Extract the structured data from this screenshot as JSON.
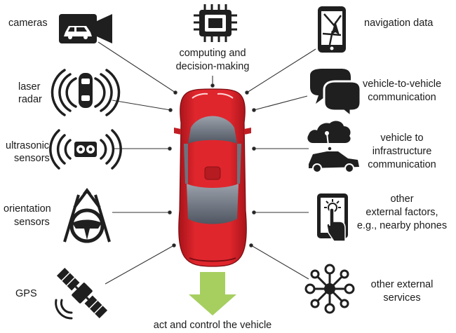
{
  "labels": {
    "cameras": "cameras",
    "laser_1": "laser",
    "laser_2": "radar",
    "ultrasonic_1": "ultrasonic",
    "ultrasonic_2": "sensors",
    "orientation_1": "orientation",
    "orientation_2": "sensors",
    "gps": "GPS",
    "computing_1": "computing and",
    "computing_2": "decision-making",
    "navigation": "navigation data",
    "v2v_1": "vehicle-to-vehicle",
    "v2v_2": "communication",
    "v2i_1": "vehicle to",
    "v2i_2": "infrastructure",
    "v2i_3": "communication",
    "other_1": "other",
    "other_2": "external factors,",
    "other_3": "e.g., nearby phones",
    "services_1": "other external",
    "services_2": "services",
    "act": "act and control the vehicle"
  },
  "colors": {
    "car_body": "#d9232a",
    "car_glass": "#7d8592",
    "icon": "#1f1f1f",
    "arrow": "#a6cf5f",
    "line": "#333333"
  },
  "icons": {
    "cameras": "video-camera-car-icon",
    "laser_radar": "car-radar-waves-icon",
    "ultrasonic": "ultrasonic-sensor-icon",
    "orientation": "steering-wheel-icon",
    "gps": "satellite-icon",
    "computing": "cpu-chip-icon",
    "navigation": "smartphone-map-icon",
    "v2v": "speech-bubbles-icon",
    "v2i": "cloud-car-icon",
    "other": "phone-touch-icon",
    "services": "network-hub-icon"
  }
}
